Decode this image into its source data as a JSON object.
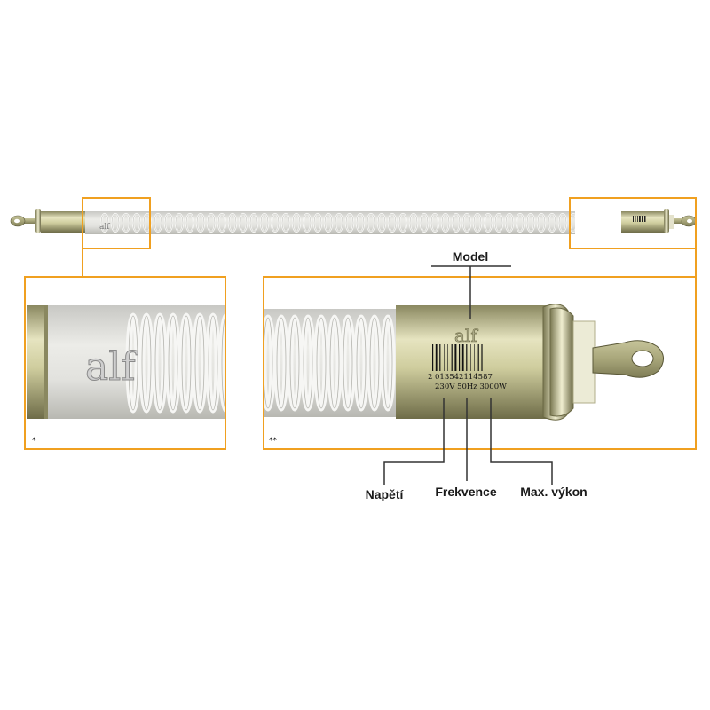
{
  "diagram": {
    "tube_logo": "alf",
    "barcode_number": "013542114587",
    "barcode_prefix": "2",
    "spec_text": "230V 50Hz 3000W",
    "left_detail_mark": "*",
    "right_detail_mark": "**",
    "labels": {
      "model": "Model",
      "voltage": "Napětí",
      "frequency": "Frekvence",
      "max_power": "Max. výkon"
    },
    "colors": {
      "highlight_frame": "#f0a020",
      "glass": "#dcdcd8",
      "coil": "#f4f4f2",
      "end_cap": "#c9c79a",
      "leader_line": "#333333"
    }
  }
}
